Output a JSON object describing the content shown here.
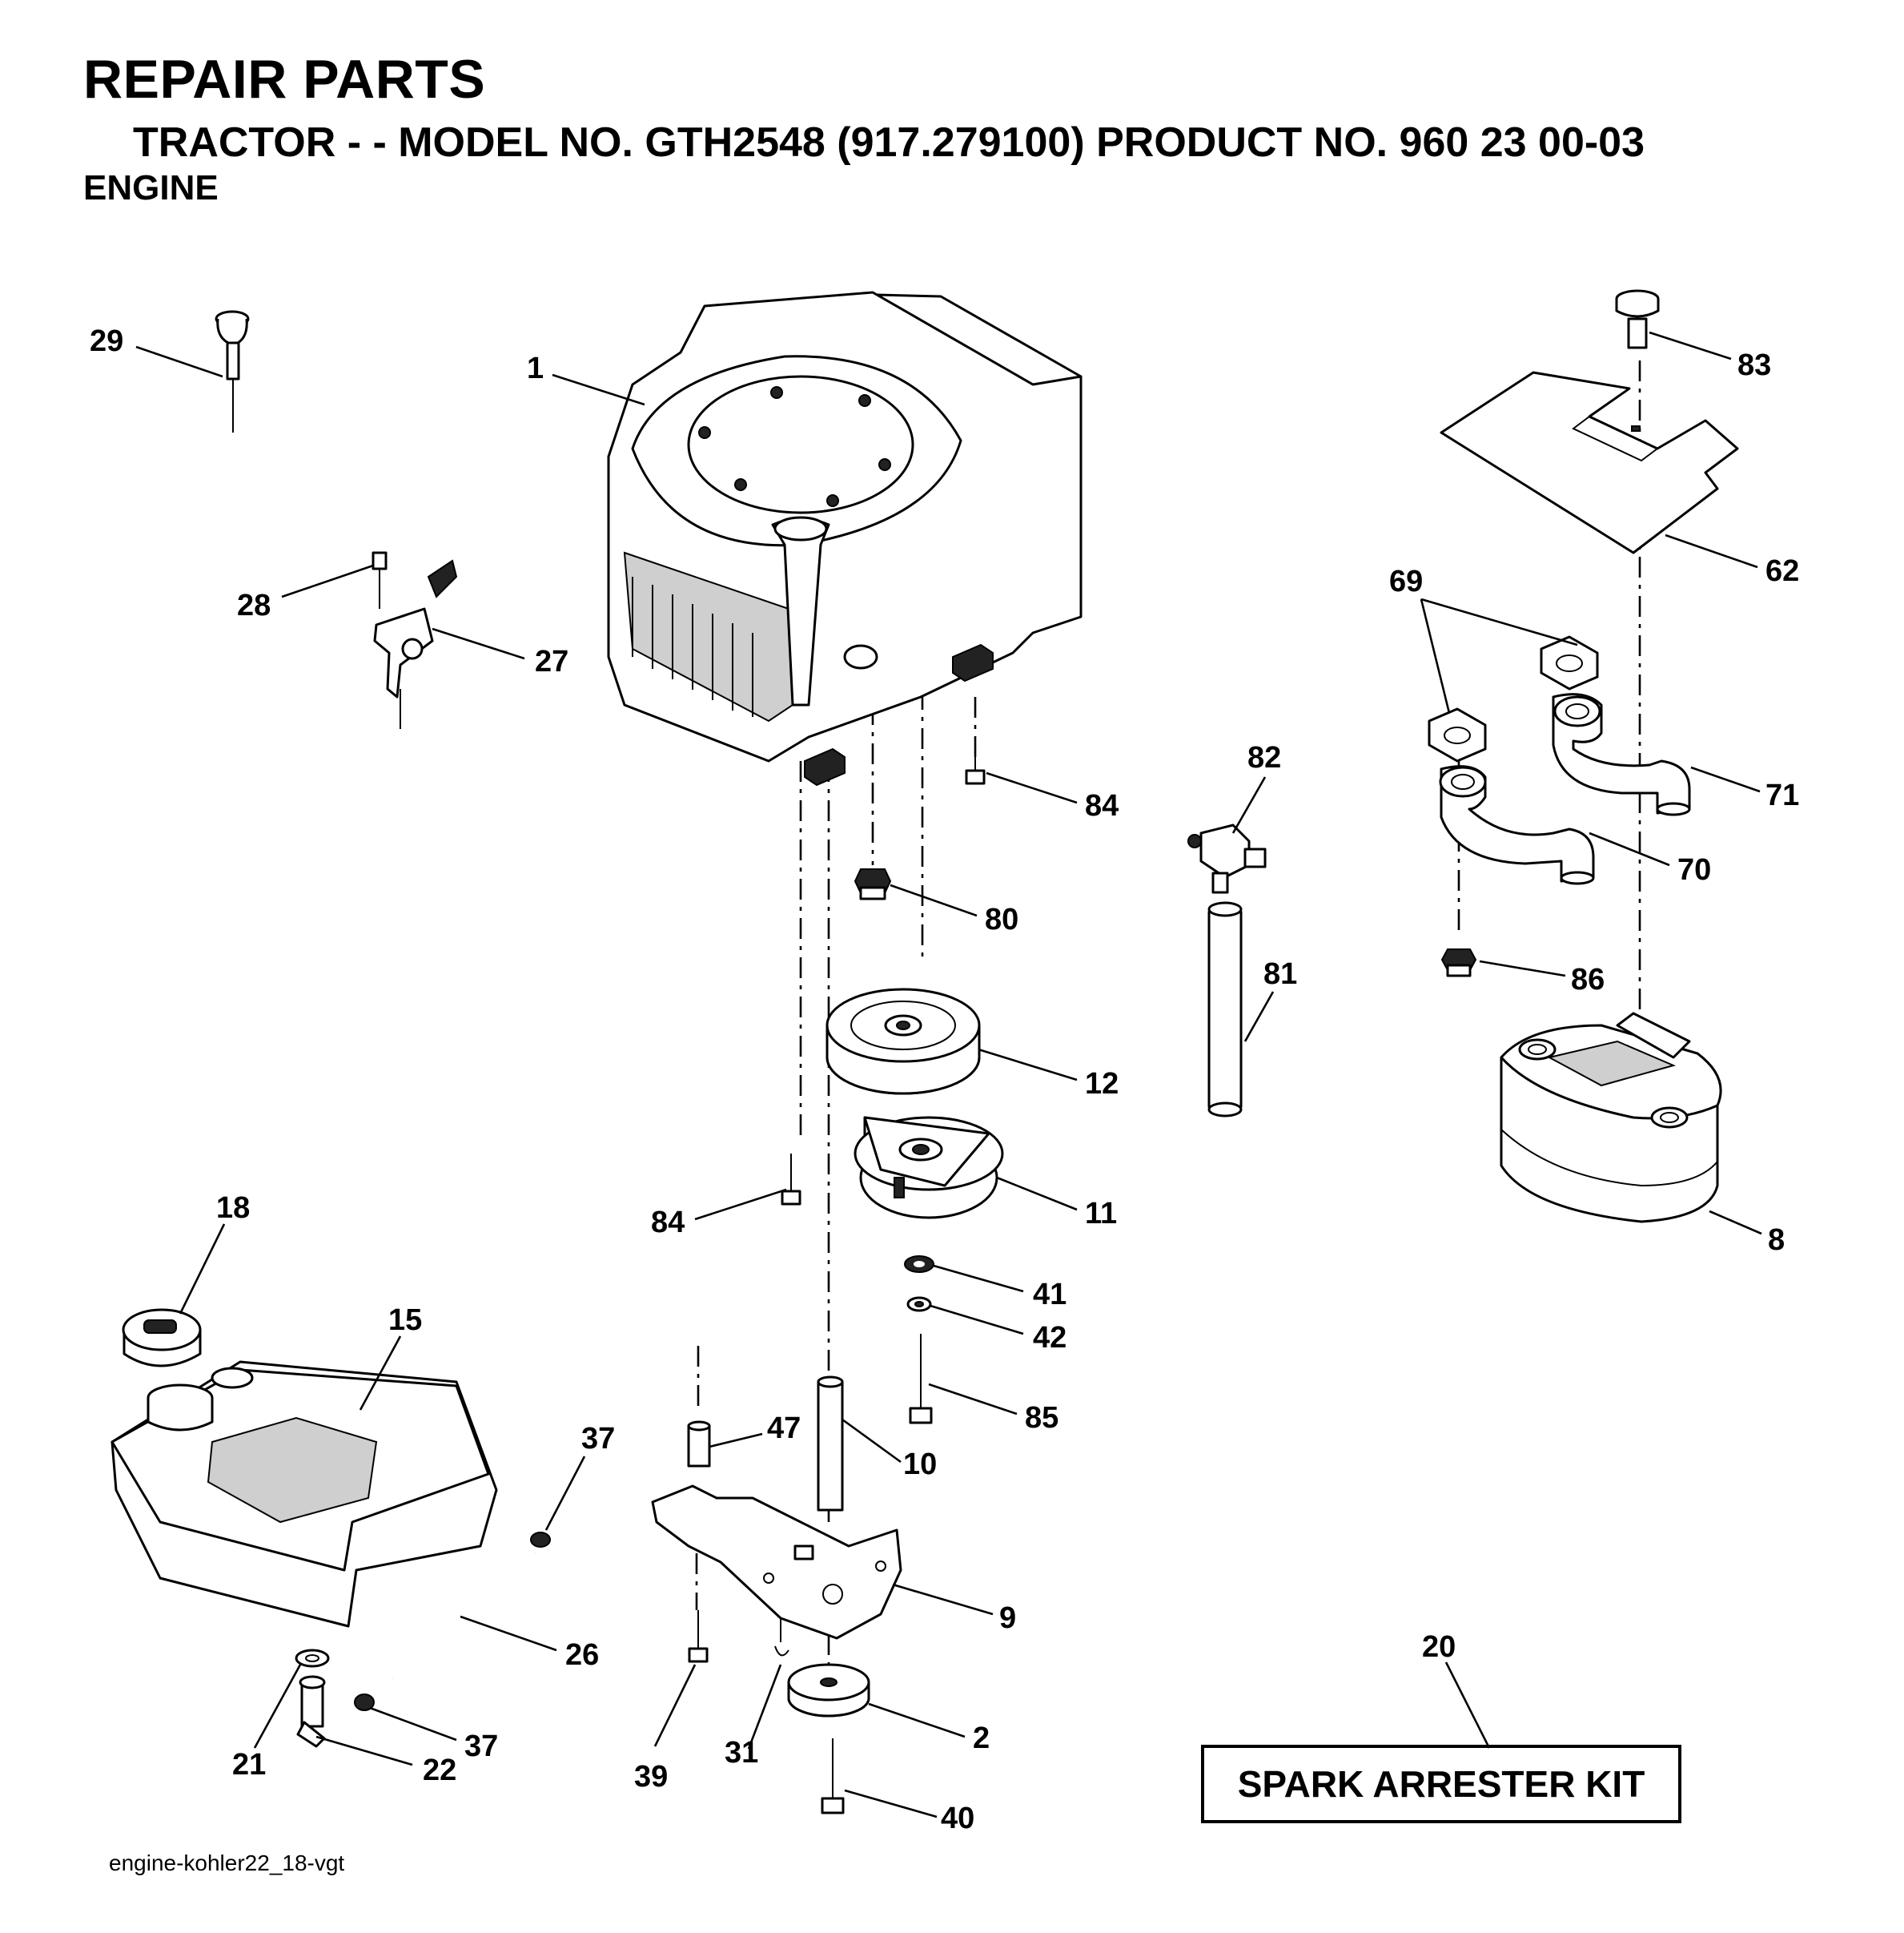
{
  "header": {
    "title": "REPAIR PARTS",
    "subtitle": "TRACTOR - - MODEL NO. GTH2548 (917.279100) PRODUCT NO. 960 23 00-03",
    "section": "ENGINE"
  },
  "callouts": [
    "1",
    "2",
    "8",
    "9",
    "10",
    "11",
    "12",
    "15",
    "18",
    "20",
    "21",
    "22",
    "26",
    "27",
    "28",
    "29",
    "31",
    "37",
    "37",
    "39",
    "40",
    "41",
    "42",
    "47",
    "62",
    "69",
    "70",
    "71",
    "80",
    "81",
    "82",
    "83",
    "84",
    "84",
    "85",
    "86"
  ],
  "kit_label": "SPARK ARRESTER KIT",
  "footer_code": "engine-kohler22_18-vgt"
}
